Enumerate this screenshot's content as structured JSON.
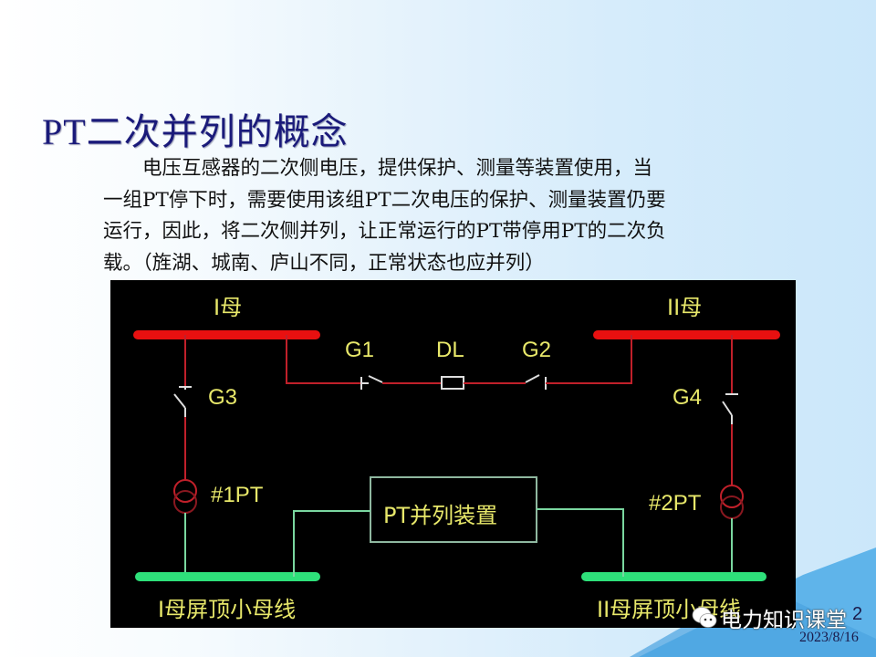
{
  "slide": {
    "title": "PT二次并列的概念",
    "paragraph_lines": [
      "电压互感器的二次侧电压，提供保护、测量等装置使用，当",
      "一组PT停下时，需要使用该组PT二次电压的保护、测量装置仍要",
      "运行，因此，将二次侧并列，让正常运行的PT带停用PT的二次负",
      "载。（旌湖、城南、庐山不同，正常状态也应并列）"
    ],
    "page_number": "2",
    "date": "2023/8/16"
  },
  "diagram": {
    "bus1_label": "I母",
    "bus2_label": "II母",
    "g1": "G1",
    "dl": "DL",
    "g2": "G2",
    "g3": "G3",
    "g4": "G4",
    "pt1": "#1PT",
    "pt2": "#2PT",
    "device": "PT并列装置",
    "small_bus1": "I母屏顶小母线",
    "small_bus2": "II母屏顶小母线",
    "colors": {
      "bus_primary": "#e81010",
      "wire_primary": "#c0202a",
      "bus_secondary": "#2ee07a",
      "wire_secondary": "#7ad7a0",
      "label": "#e8e86a",
      "background": "#000000"
    }
  },
  "watermark": {
    "icon": "wechat-icon",
    "text": "电力知识课堂"
  }
}
